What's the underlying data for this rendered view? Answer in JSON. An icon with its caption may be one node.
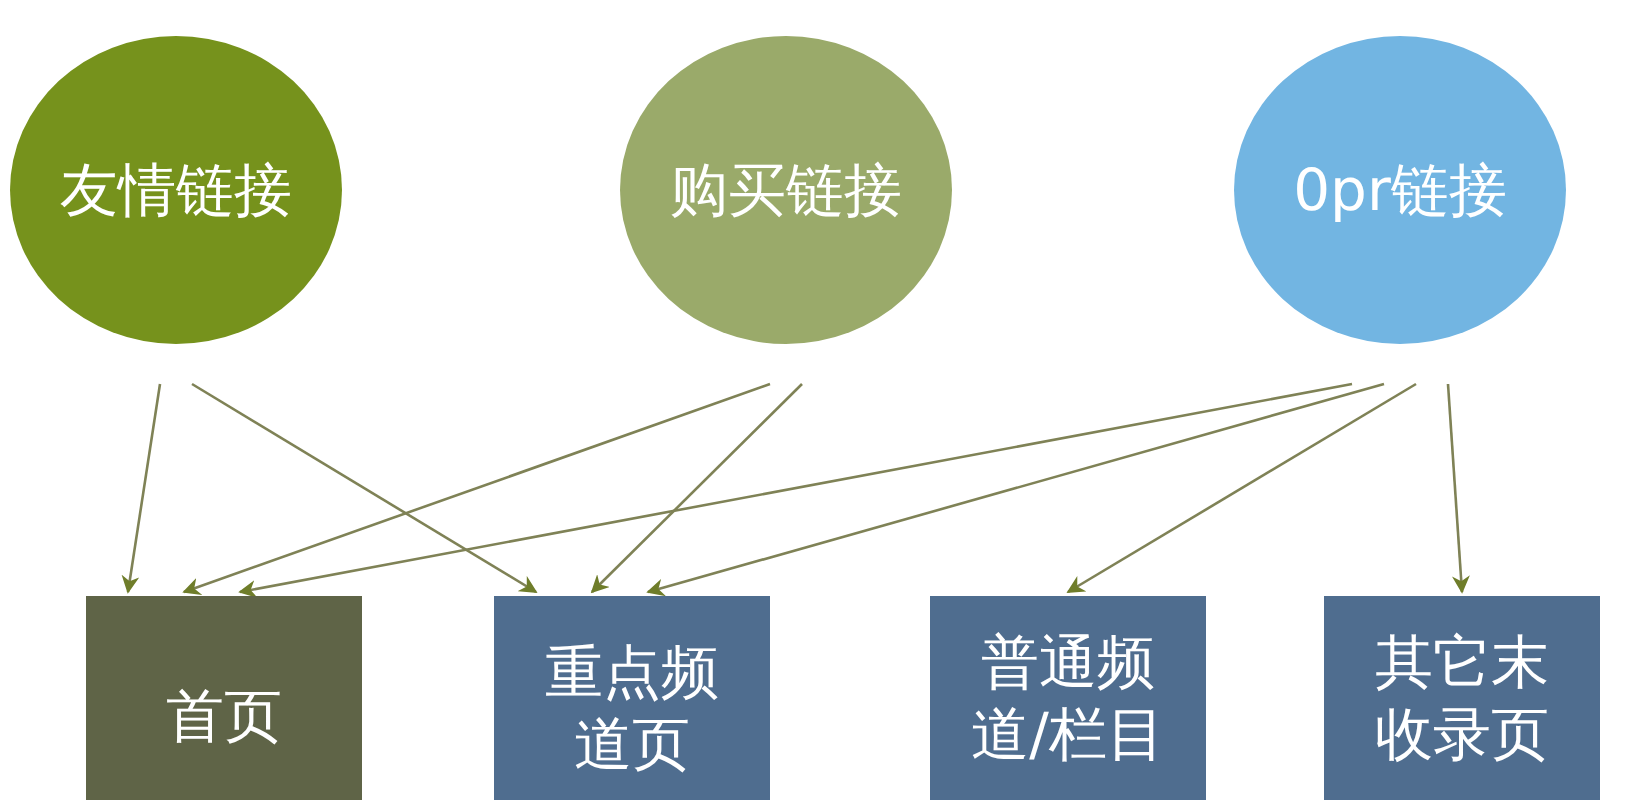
{
  "diagram": {
    "nodes": [
      {
        "text": [
          "友情链接"
        ]
      },
      {
        "text": [
          "购买链接"
        ]
      },
      {
        "text": [
          "0pr链接"
        ]
      },
      {
        "text": [
          "首页"
        ]
      },
      {
        "text": [
          "重点频道页"
        ]
      },
      {
        "text": [
          "普通频道/栏目"
        ]
      },
      {
        "text": [
          "其它末收录页"
        ]
      }
    ],
    "edges": [
      {
        "from": 0,
        "to": 3,
        "arrow": "to"
      },
      {
        "from": 0,
        "to": 4,
        "arrow": "to"
      },
      {
        "from": 1,
        "to": 3,
        "arrow": "to"
      },
      {
        "from": 1,
        "to": 4,
        "arrow": "to"
      },
      {
        "from": 2,
        "to": 3,
        "arrow": "to"
      },
      {
        "from": 2,
        "to": 4,
        "arrow": "to"
      },
      {
        "from": 2,
        "to": 5,
        "arrow": "to"
      },
      {
        "from": 2,
        "to": 6,
        "arrow": "to"
      }
    ]
  }
}
